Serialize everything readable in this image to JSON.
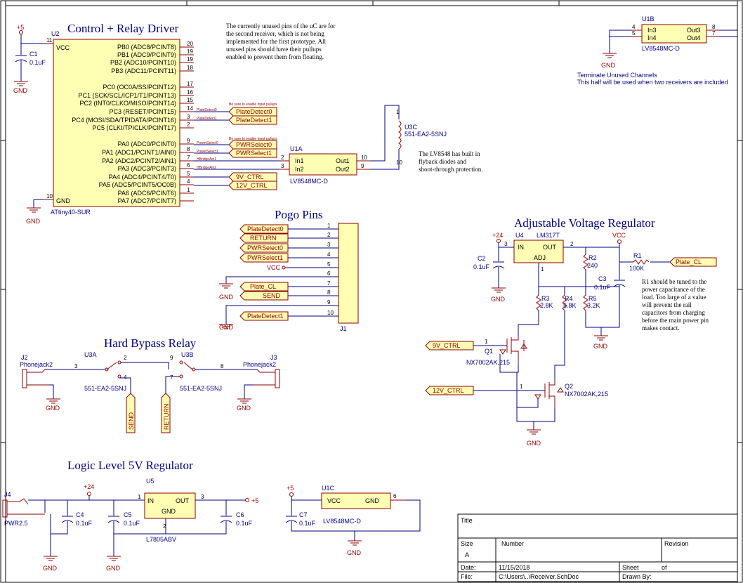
{
  "titles": {
    "control": "Control + Relay Driver",
    "pogo": "Pogo Pins",
    "adj": "Adjustable Voltage Regulator",
    "bypass": "Hard Bypass Relay",
    "logic": "Logic Level 5V Regulator"
  },
  "notes": {
    "unused_pins": [
      "The currently unused pins of the uC are for",
      "the second receiver, which is not being",
      "implemented for the first prototype.  All",
      "unused pins should have their pullups",
      "enabled to prevent them from floating."
    ],
    "flyback": [
      "The LV8548 has built in",
      "flyback diodes and",
      "shoot-through protection."
    ],
    "terminate": [
      "Terminate Unused Channels",
      "This half will be used when two receivers are included"
    ],
    "r1_note": [
      "R1 should be tuned to the",
      "power capacitance of the",
      "load.  Too large of a value",
      "will prevent the rail",
      "capacitors from charging",
      "before the main power pin",
      "makes contact."
    ],
    "pullup_hint": "Be sure to enable input pullups",
    "mini_plate0": "PlateDetect0",
    "mini_plate1": "PlateDetect1",
    "mini_pwr0": "PowerSelect0",
    "mini_pwr1": "PowerSelect1",
    "mini_hb1": "HBridgeAin1",
    "mini_hb2": "HBridgeAin2"
  },
  "u2": {
    "designator": "U2",
    "part": "ATtiny40-SUR",
    "vcc": "VCC",
    "gnd": "GND",
    "pins_left": [
      {
        "num": "11",
        "name": "VCC"
      },
      {
        "num": "10",
        "name": "GND"
      }
    ],
    "pins_right": [
      {
        "num": "20",
        "name": "PB0 (ADC8/PCINT8)"
      },
      {
        "num": "19",
        "name": "PB1 (ADC9/PCINT9)"
      },
      {
        "num": "19",
        "name": "PB2 (ADC10/PCINT10)"
      },
      {
        "num": "18",
        "name": "PB3 (ADC11/PCINT11)"
      },
      {
        "num": "17",
        "name": "PC0 (OC0A/SS/PCINT12)"
      },
      {
        "num": "16",
        "name": "PC1 (SCK/SCL/ICP1/T1/PCINT13)"
      },
      {
        "num": "15",
        "name": "PC2 (INT0/CLKO/MISO/PCINT14)"
      },
      {
        "num": "14",
        "name": "PC3 (RESET/PCINT15)"
      },
      {
        "num": "3",
        "name": "PC4 (MOSI/SDA/TPIDATA/PCINT16)"
      },
      {
        "num": "2",
        "name": "PC5 (CLKI/TPICLK/PCINT17)"
      },
      {
        "num": "9",
        "name": "PA0 (ADC0/PCINT0)"
      },
      {
        "num": "8",
        "name": "PA1 (ADC1/PCINT1/AIN0)"
      },
      {
        "num": "7",
        "name": "PA2 (ADC2/PCINT2/AIN1)"
      },
      {
        "num": "6",
        "name": "PA3 (ADC3/PCINT3)"
      },
      {
        "num": "5",
        "name": "PA4 (ADC4/PCINT4/T0)"
      },
      {
        "num": "4",
        "name": "PA5 (ADC5/PCINT5/OC0B)"
      },
      {
        "num": "1",
        "name": "PA6 (ADC6/PCINT6)"
      },
      {
        "num": "",
        "name": "PA7 (ADC7/PCINT7)"
      }
    ]
  },
  "nets": {
    "plate0": "PlateDetect0",
    "plate1": "PlateDetect1",
    "pwr0": "PWRSelect0",
    "pwr1": "PWRSelect1",
    "v9": "9V_CTRL",
    "v12": "12V_CTRL",
    "ret": "RETURN",
    "send": "SEND",
    "plate_cl": "Plate_CL"
  },
  "power": {
    "p5": "+5",
    "p24": "+24",
    "vcc": "VCC",
    "gnd": "GND"
  },
  "c1": {
    "des": "C1",
    "val": "0.1uF"
  },
  "u1a": {
    "des": "U1A",
    "part": "LV8548MC-D",
    "in1": "In1",
    "in2": "In2",
    "out1": "Out1",
    "out2": "Out2",
    "p_in1": "2",
    "p_in2": "3",
    "p_out1": "10",
    "p_out2": "9"
  },
  "u1b": {
    "des": "U1B",
    "part": "LV8548MC-D",
    "in3": "In3",
    "in4": "In4",
    "out3": "Out3",
    "out4": "Out4",
    "p_in3": "4",
    "p_in4": "5",
    "p_out3": "8",
    "p_out4": "7"
  },
  "u1c": {
    "des": "U1C",
    "part": "LV8548MC-D",
    "vcc": "VCC",
    "gnd": "GND",
    "p_gnd": "6"
  },
  "u3c": {
    "des": "U3C",
    "part": "551-EA2-5SNJ",
    "p1": "1",
    "p10": "10"
  },
  "j1": {
    "des": "J1",
    "pins": [
      "1",
      "2",
      "3",
      "4",
      "5",
      "6",
      "7",
      "8",
      "9",
      "10"
    ]
  },
  "u4": {
    "des": "U4",
    "part": "LM317T",
    "in": "IN",
    "out": "OUT",
    "adj": "ADJ",
    "p_in": "3",
    "p_out": "2",
    "p_adj": "1"
  },
  "c2": {
    "des": "C2",
    "val": "0.1uF"
  },
  "c3": {
    "des": "C3",
    "val": "0.1uF"
  },
  "r1": {
    "des": "R1",
    "val": "100K"
  },
  "r2": {
    "des": "R2",
    "val": "240"
  },
  "r3": {
    "des": "R3",
    "val": "2.8K"
  },
  "r4": {
    "des": "R4",
    "val": "5.8K"
  },
  "r5": {
    "des": "R5",
    "val": "3.2K"
  },
  "q1": {
    "des": "Q1",
    "part": "NX7002AK,215"
  },
  "q2": {
    "des": "Q2",
    "part": "NX7002AK,215"
  },
  "u3a": {
    "des": "U3A",
    "part": "551-EA2-5SNJ",
    "p3": "3",
    "p2": "2",
    "p4": "4"
  },
  "u3b": {
    "des": "U3B",
    "part": "551-EA2-5SNJ",
    "p9": "9",
    "p8": "8",
    "p7": "7"
  },
  "j2": {
    "des": "J2",
    "part": "Phonejack2"
  },
  "j3": {
    "des": "J3",
    "part": "Phonejack2"
  },
  "j4": {
    "des": "J4",
    "part": "PWR2.5"
  },
  "u5": {
    "des": "U5",
    "part": "L7805ABV",
    "in": "IN",
    "out": "OUT",
    "gnd": "GND",
    "p_in": "1",
    "p_out": "3",
    "p_gnd": "2"
  },
  "c4": {
    "des": "C4",
    "val": "0.1uF"
  },
  "c5": {
    "des": "C5",
    "val": "0.1uF"
  },
  "c6": {
    "des": "C6",
    "val": "0.1uF"
  },
  "c7": {
    "des": "C7",
    "val": "0.1uF"
  },
  "titleblock": {
    "title_label": "Title",
    "size_label": "Size",
    "size_value": "A",
    "number_label": "Number",
    "revision_label": "Revision",
    "date_label": "Date:",
    "date_value": "11/15/2018",
    "sheet_label": "Sheet",
    "of_label": "of",
    "file_label": "File:",
    "file_value": "C:\\Users\\..\\Receiver.SchDoc",
    "drawn_label": "Drawn By:"
  }
}
